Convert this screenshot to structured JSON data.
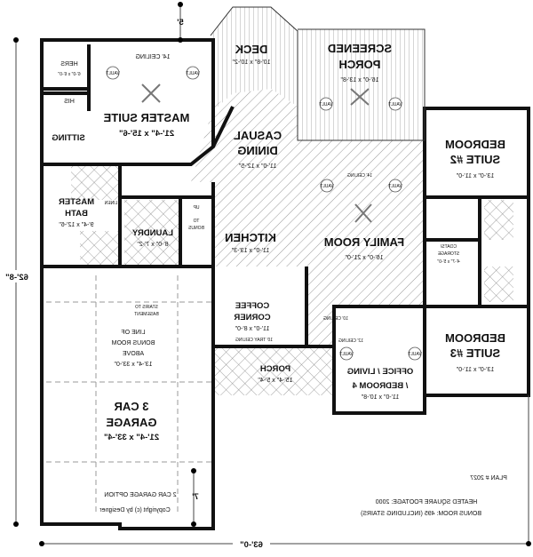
{
  "plan": {
    "plan_number": "PLAN # 2027",
    "heated_sqft": "HEATED SQUARE FOOTAGE: 2000",
    "bonus_room": "BONUS ROOM: 495 (INCLUDING STAIRS)",
    "copyright": "Copyright (c) by Designer",
    "orientation": "mirrored horizontally"
  },
  "dimensions": {
    "top_offset": "5'",
    "overall_depth": "62'-8\"",
    "overall_width": "63'-0\"",
    "garage_option_offset": "7'"
  },
  "rooms": {
    "master_suite": {
      "name": "MASTER SUITE",
      "size": "21'-4\" x 15'-6\"",
      "ceiling": "14' CEILING"
    },
    "hers": {
      "name": "HERS",
      "size": "6'-0\" x 6'-0\""
    },
    "his": {
      "name": "HIS"
    },
    "sitting": {
      "name": "SITTING"
    },
    "master_bath": {
      "name1": "MASTER",
      "name2": "BATH",
      "size": "9'-4\" x 12'-6\"",
      "linen": "LINEN"
    },
    "laundry": {
      "name": "LAUNDRY",
      "size": "8'-0\" x 7'-2\""
    },
    "stairs_bonus": {
      "up": "UP",
      "to": "TO",
      "bonus": "BONUS"
    },
    "deck": {
      "name": "DECK",
      "size": "10'-8\" x 10'-2\""
    },
    "screened_porch": {
      "name1": "SCREENED",
      "name2": "PORCH",
      "size": "16'-0\" x 13'-8\""
    },
    "casual_dining": {
      "name1": "CASUAL",
      "name2": "DINING",
      "size": "11'-0\" x 12'-5\""
    },
    "kitchen": {
      "name": "KITCHEN",
      "size": "11'-0\" x 13'-3\""
    },
    "family_room": {
      "name": "FAMILY ROOM",
      "size": "16'-0\" x 21'-0\"",
      "ceiling": "14' CEILING"
    },
    "bedroom2": {
      "name1": "BEDROOM",
      "name2": "SUITE #2",
      "size": "13'-0\" x 11'-0\""
    },
    "coats_storage": {
      "name1": "COATS/",
      "name2": "STORAGE",
      "size": "4'-7\" x 5'-0\""
    },
    "bedroom3": {
      "name1": "BEDROOM",
      "name2": "SUITE #3",
      "size": "13'-0\" x 11'-0\""
    },
    "office": {
      "name1": "OFFICE / LIVING",
      "name2": "/ BEDROOM 4",
      "size": "11'-0\" x 10'-8\"",
      "ceiling": "12' CEILING"
    },
    "hall": {
      "ceiling": "10' CEILING"
    },
    "coffee_corner": {
      "name1": "COFFEE",
      "name2": "CORNER",
      "size": "11'-0\" x 8'-0\"",
      "ceiling": "10' TRAY CEILING"
    },
    "porch": {
      "name": "PORCH",
      "size": "15'-4\" x 5'-4\""
    },
    "garage": {
      "name1": "3 CAR",
      "name2": "GARAGE",
      "size": "21'-4\" x 33'-4\"",
      "stairs1": "STAIRS TO",
      "stairs2": "BASEMENT",
      "bonus1": "LINE OF",
      "bonus2": "BONUS ROOM",
      "bonus3": "ABOVE",
      "bonus_size": "13'-4\" x 33'-0\"",
      "option": "2 CAR GARAGE OPTION"
    },
    "vault": "VAULT"
  }
}
